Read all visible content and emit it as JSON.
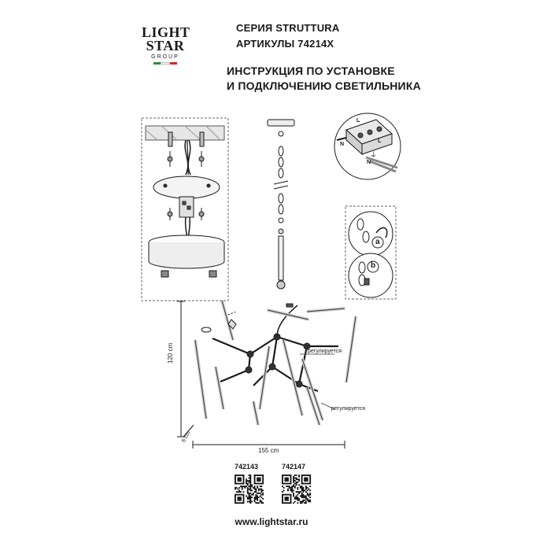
{
  "brand": {
    "logo_line1": "LIGHT",
    "logo_line2": "STAR",
    "logo_line3": "GROUP",
    "flag_colors": [
      "#2e8b3d",
      "#ffffff",
      "#cc2b2b"
    ]
  },
  "header": {
    "series": "СЕРИЯ STRUTTURA",
    "articles": "АРТИКУЛЫ 74214X",
    "title_line1": "ИНСТРУКЦИЯ ПО УСТАНОВКЕ",
    "title_line2": "И ПОДКЛЮЧЕНИЮ СВЕТИЛЬНИКА"
  },
  "wiring": {
    "label_l": "L",
    "label_n": "N",
    "label_ground": "⏚"
  },
  "steps": {
    "step_a": "a",
    "step_b": "b"
  },
  "dimensions": {
    "height": "120 cm",
    "depth": "6 cm",
    "width": "155 cm",
    "adjustable_1": "регулируется",
    "adjustable_2": "регулируется"
  },
  "articles": [
    {
      "code": "742143"
    },
    {
      "code": "742147"
    }
  ],
  "footer": {
    "url": "www.lightstar.ru"
  }
}
